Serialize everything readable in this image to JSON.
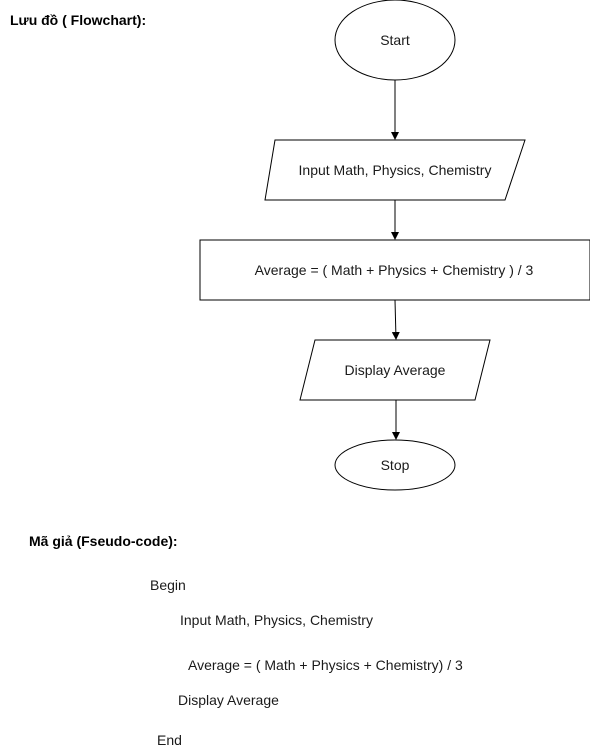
{
  "headings": {
    "flowchart": "Lưu đồ ( Flowchart):",
    "pseudocode": "Mã giả (Fseudo-code):"
  },
  "flowchart": {
    "nodes": [
      {
        "id": "start",
        "shape": "ellipse",
        "label": "Start"
      },
      {
        "id": "input",
        "shape": "parallelogram",
        "label": "Input Math, Physics, Chemistry"
      },
      {
        "id": "process",
        "shape": "rectangle",
        "label": "Average = ( Math + Physics + Chemistry ) / 3"
      },
      {
        "id": "output",
        "shape": "parallelogram",
        "label": "Display Average"
      },
      {
        "id": "stop",
        "shape": "ellipse",
        "label": "Stop"
      }
    ],
    "edges": [
      {
        "from": "start",
        "to": "input"
      },
      {
        "from": "input",
        "to": "process"
      },
      {
        "from": "process",
        "to": "output"
      },
      {
        "from": "output",
        "to": "stop"
      }
    ]
  },
  "pseudocode": {
    "lines": [
      "Begin",
      "Input Math, Physics, Chemistry",
      "Average = ( Math + Physics + Chemistry) / 3",
      "Display Average",
      "End"
    ]
  }
}
